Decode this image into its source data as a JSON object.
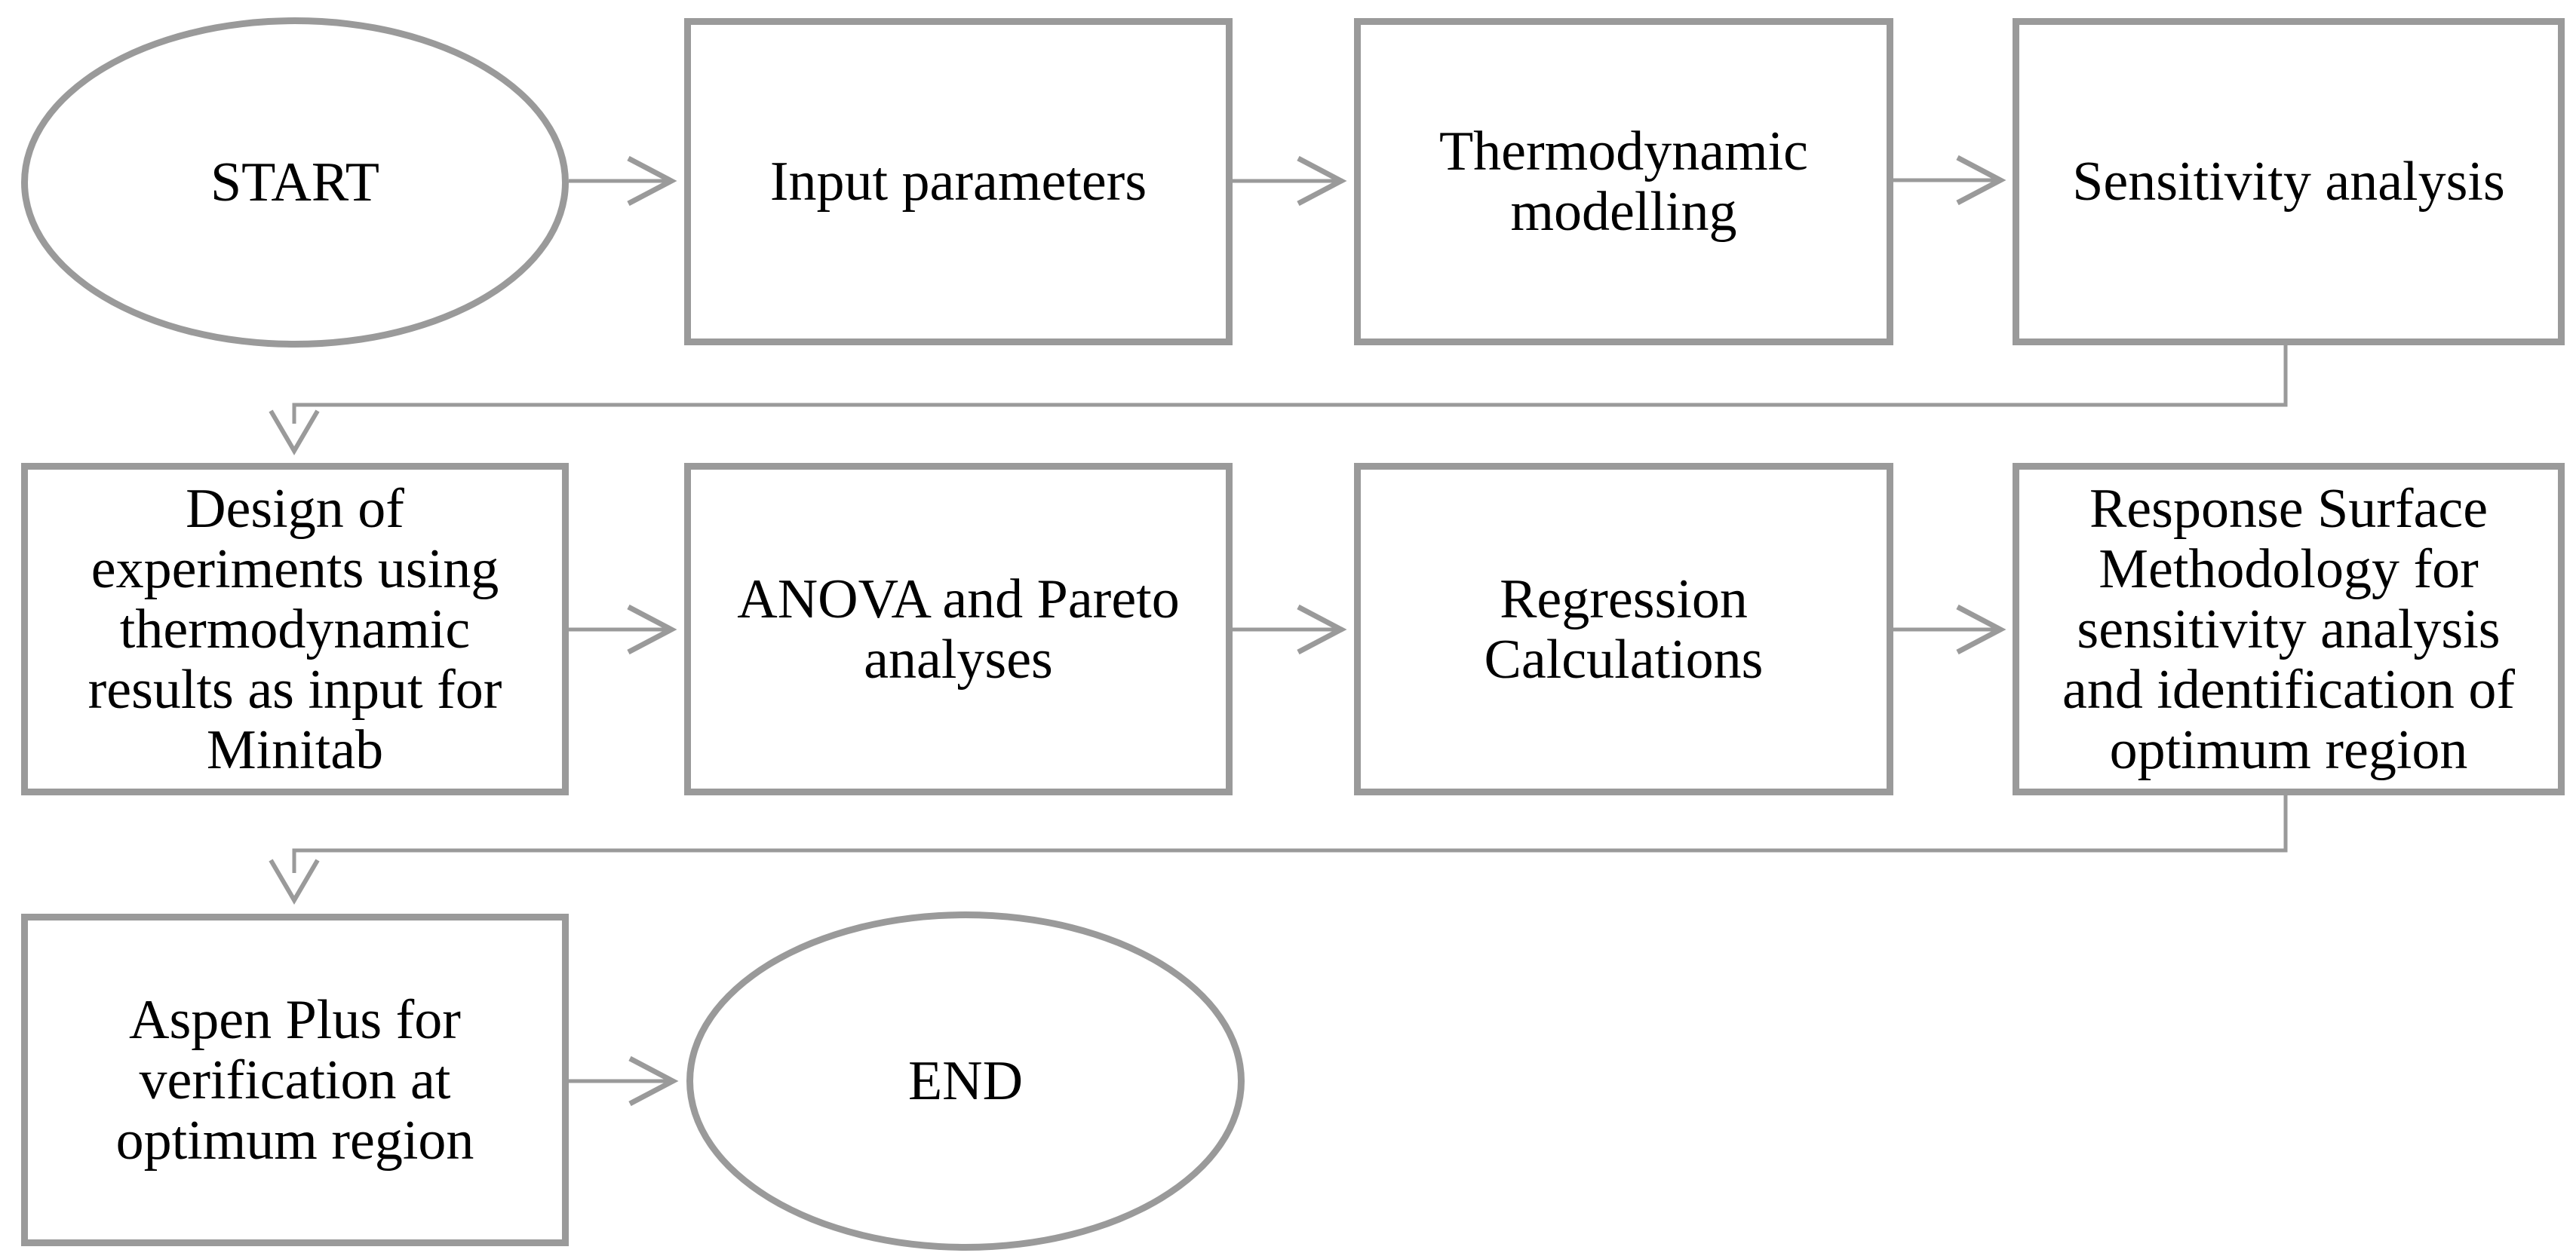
{
  "diagram": {
    "type": "flowchart",
    "colors": {
      "stroke_gray": "#9a9a9a",
      "text": "#000000",
      "background": "#ffffff"
    },
    "nodes": {
      "start": {
        "shape": "ellipse",
        "label": "START"
      },
      "input_parameters": {
        "shape": "rect",
        "label": "Input parameters"
      },
      "thermodynamic_modelling": {
        "shape": "rect",
        "label": "Thermodynamic\nmodelling"
      },
      "sensitivity_analysis": {
        "shape": "rect",
        "label": "Sensitivity analysis"
      },
      "design_of_experiments": {
        "shape": "rect",
        "label": "Design of\nexperiments using\nthermodynamic\nresults as input for\nMinitab"
      },
      "anova_pareto_analyses": {
        "shape": "rect",
        "label": "ANOVA and Pareto\nanalyses"
      },
      "regression_calculations": {
        "shape": "rect",
        "label": "Regression\nCalculations"
      },
      "response_surface_methodology": {
        "shape": "rect",
        "label": "Response Surface\nMethodology for\nsensitivity analysis\nand identification of\noptimum region"
      },
      "aspen_plus_verification": {
        "shape": "rect",
        "label": "Aspen Plus for\nverification at\noptimum region"
      },
      "end": {
        "shape": "ellipse",
        "label": "END"
      }
    },
    "edges": [
      {
        "from": "start",
        "to": "input_parameters"
      },
      {
        "from": "input_parameters",
        "to": "thermodynamic_modelling"
      },
      {
        "from": "thermodynamic_modelling",
        "to": "sensitivity_analysis"
      },
      {
        "from": "sensitivity_analysis",
        "to": "design_of_experiments"
      },
      {
        "from": "design_of_experiments",
        "to": "anova_pareto_analyses"
      },
      {
        "from": "anova_pareto_analyses",
        "to": "regression_calculations"
      },
      {
        "from": "regression_calculations",
        "to": "response_surface_methodology"
      },
      {
        "from": "response_surface_methodology",
        "to": "aspen_plus_verification"
      },
      {
        "from": "aspen_plus_verification",
        "to": "end"
      }
    ]
  }
}
